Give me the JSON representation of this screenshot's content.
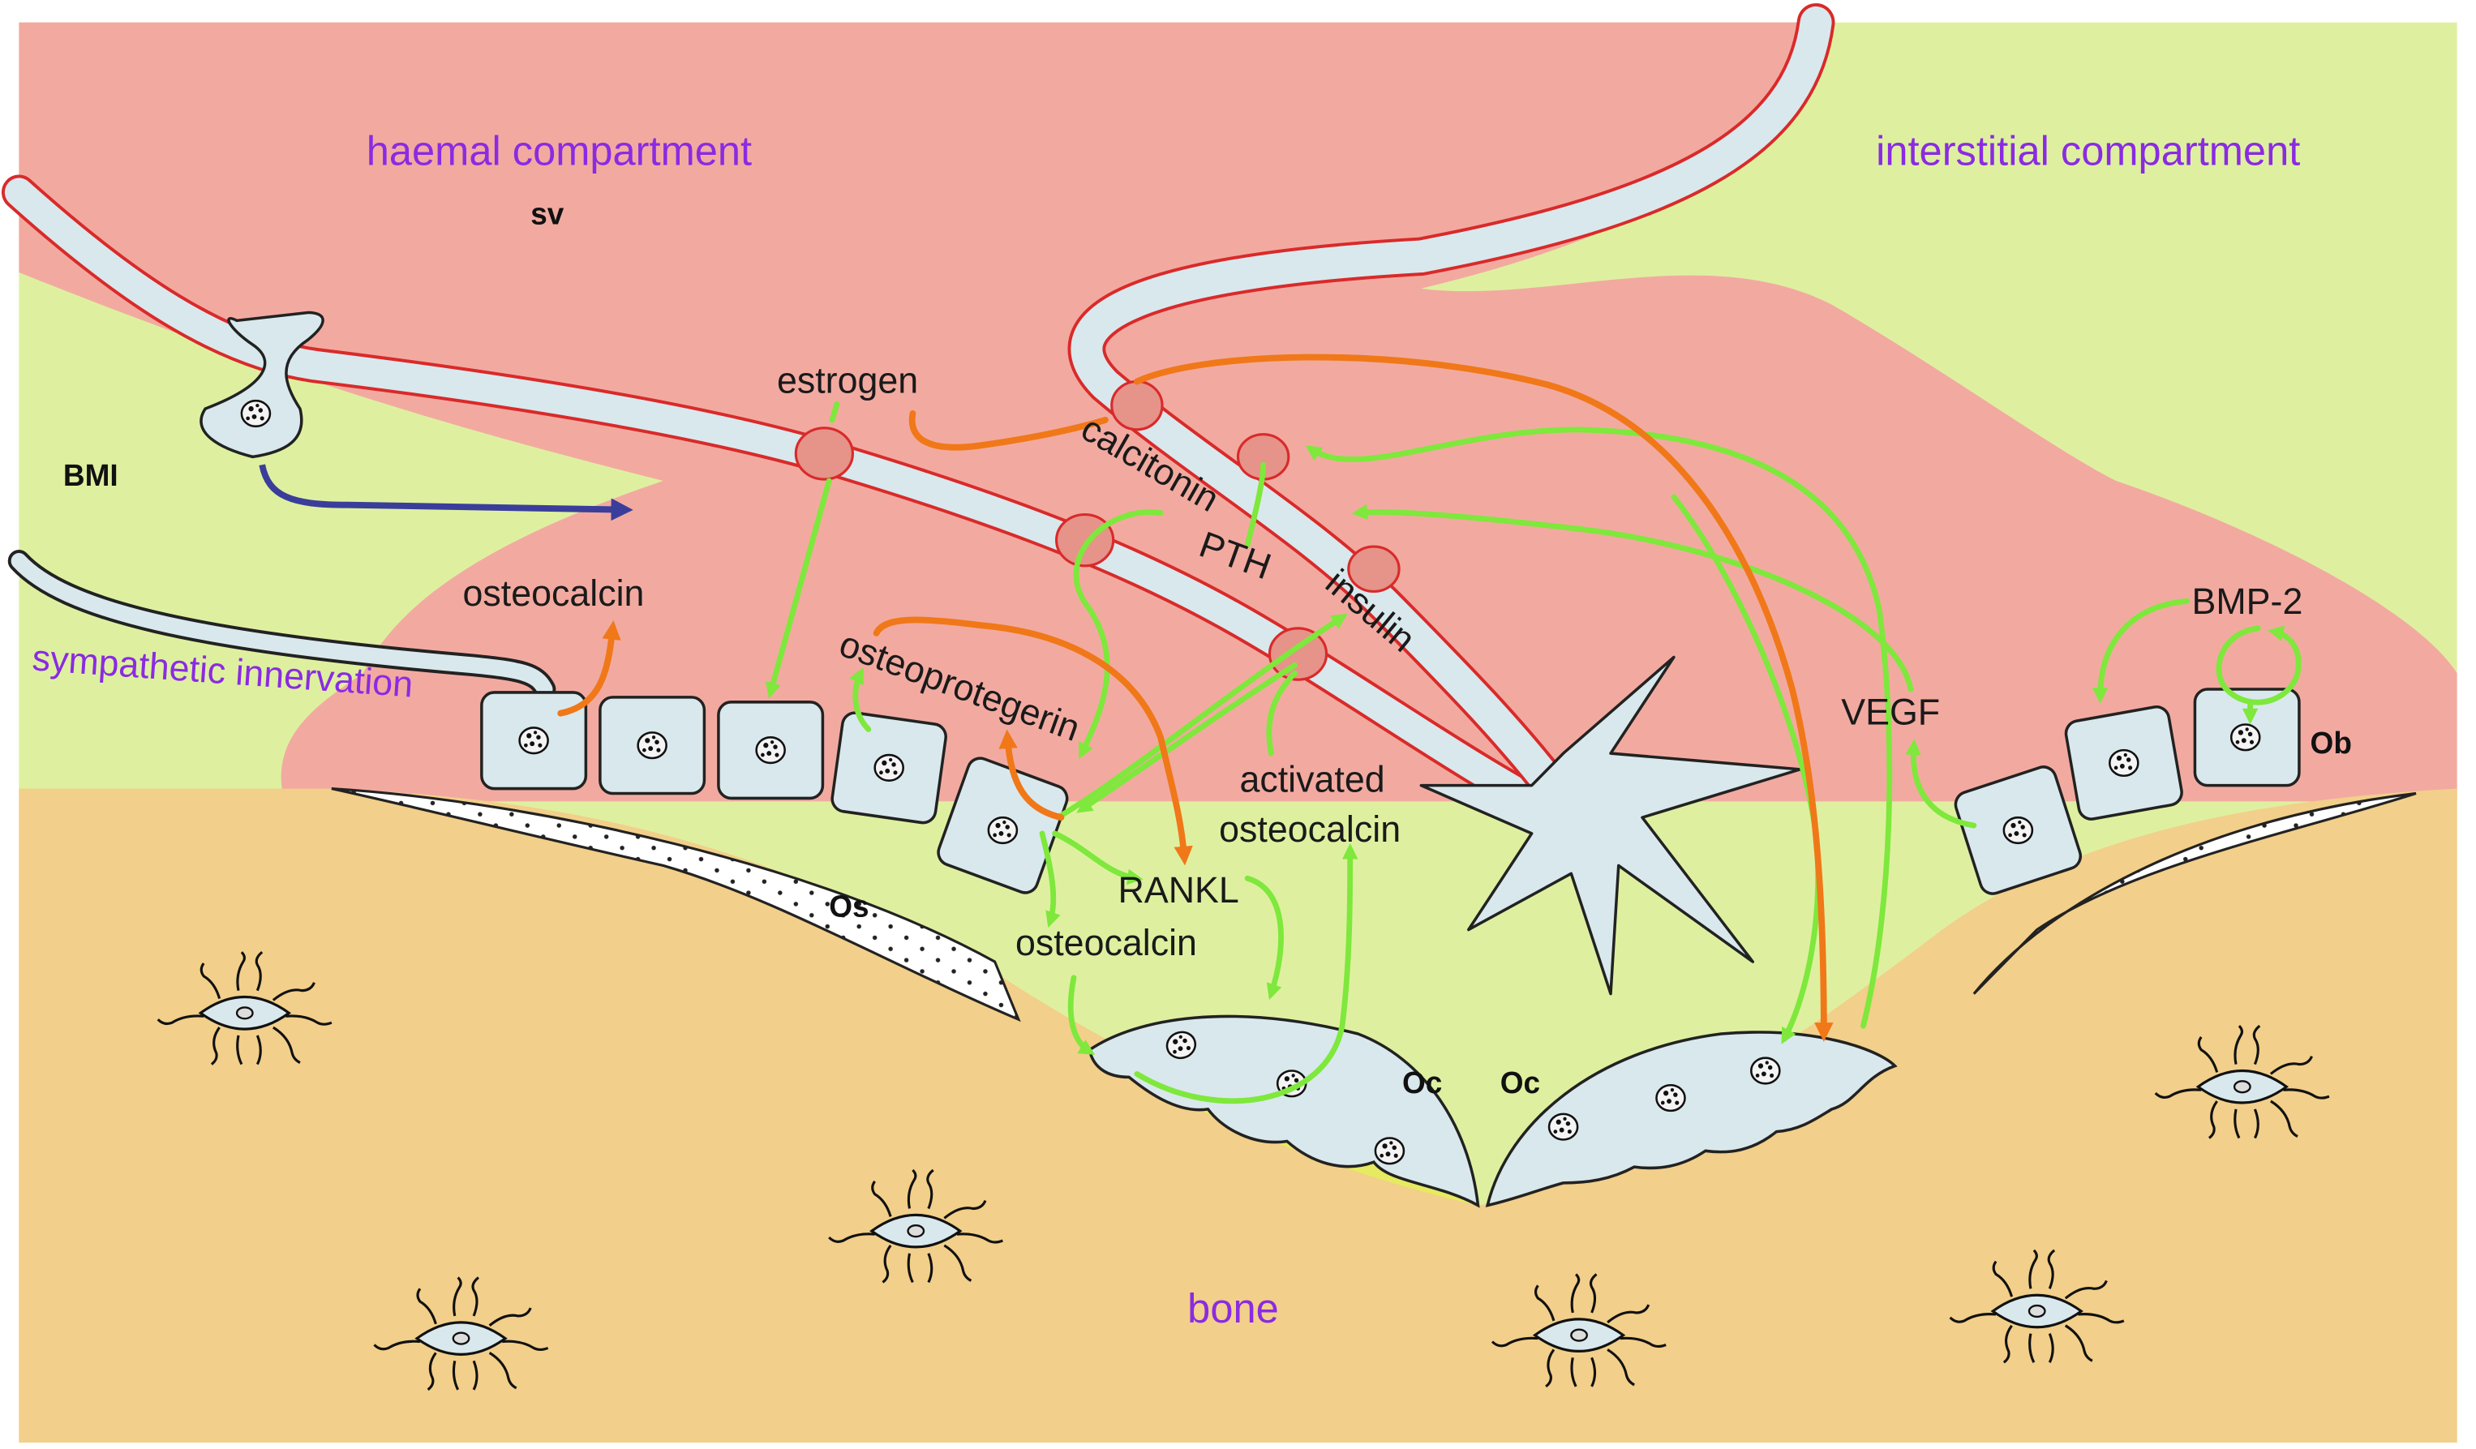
{
  "labels": {
    "haemal": "haemal compartment",
    "interstitial": "interstitial compartment",
    "sv": "sv",
    "bmi": "BMI",
    "sympathetic": "sympathetic innervation",
    "bone": "bone",
    "os": "Os",
    "oc_left": "Oc",
    "oc_right": "Oc",
    "ob": "Ob",
    "estrogen": "estrogen",
    "calcitonin": "calcitonin",
    "pth": "PTH",
    "insulin": "insulin",
    "osteocalcin_top": "osteocalcin",
    "osteoprotegerin": "osteoprotegerin",
    "rankl": "RANKL",
    "osteocalcin_bottom": "osteocalcin",
    "activated_line1": "activated",
    "activated_line2": "osteocalcin",
    "vegf": "VEGF",
    "bmp2": "BMP-2"
  },
  "colors": {
    "haemal": "#f2aaa0",
    "interstitial": "#def0a0",
    "bone": "#f2cf8a",
    "cell": "#d9e8ec",
    "vessel_wall": "#d92a2a",
    "green_arrow": "#7ee83c",
    "orange_arrow": "#f07818",
    "blue_arrow": "#3a3e9a",
    "label_purple": "#8a2be2",
    "resorption": "#e6ea60"
  }
}
